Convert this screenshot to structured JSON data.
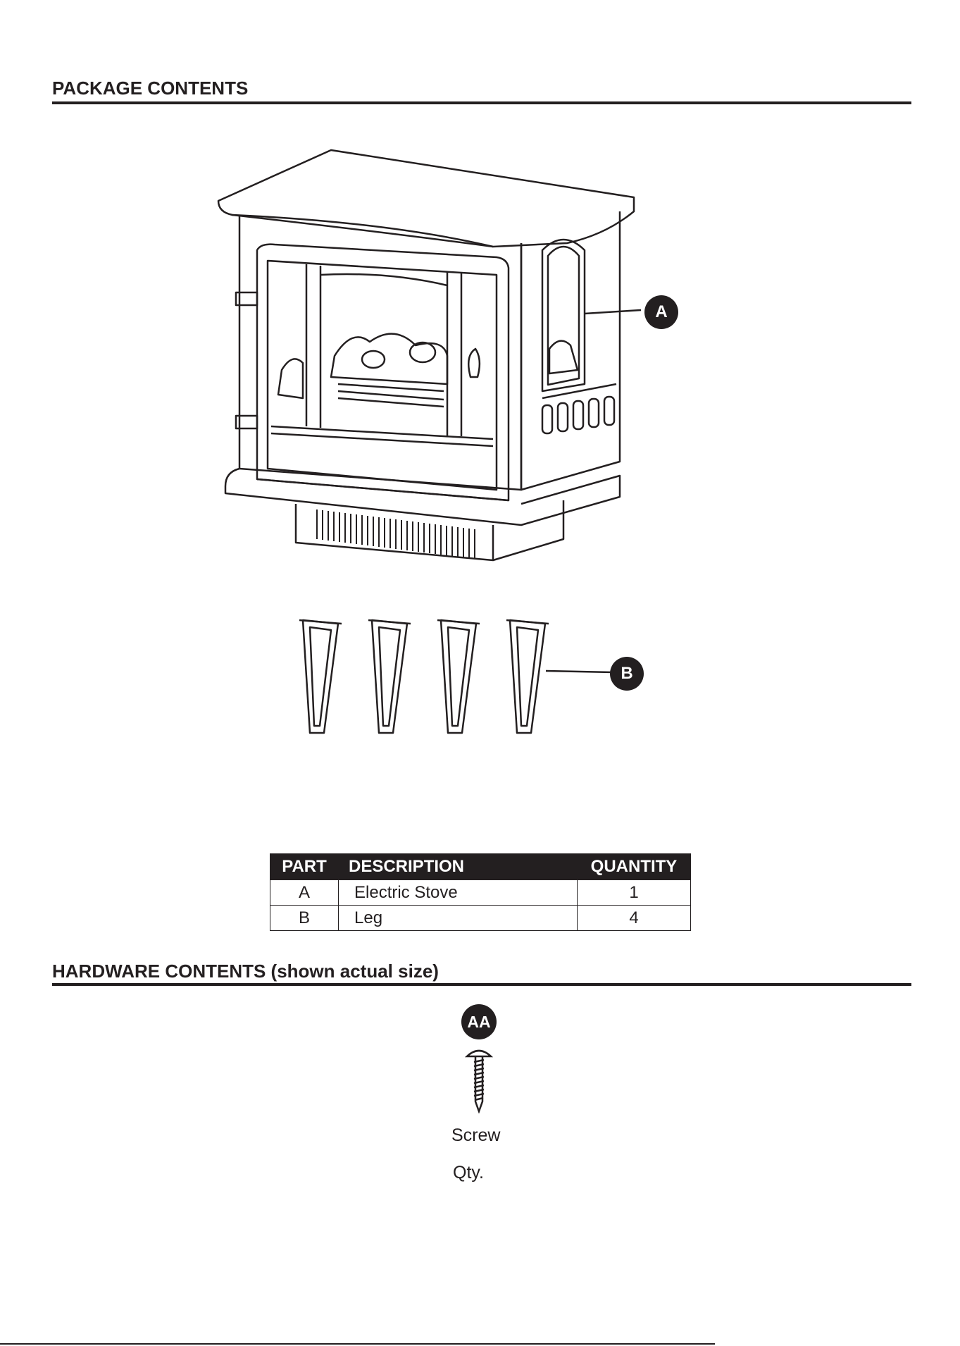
{
  "package_contents": {
    "title": "PACKAGE CONTENTS",
    "callouts": {
      "stove": "A",
      "legs": "B"
    }
  },
  "parts_table": {
    "headers": {
      "part": "PART",
      "description": "DESCRIPTION",
      "quantity": "QUANTITY"
    },
    "rows": [
      {
        "part": "A",
        "description": "Electric Stove",
        "quantity": "1"
      },
      {
        "part": "B",
        "description": "Leg",
        "quantity": "4"
      }
    ]
  },
  "hardware_contents": {
    "title": "HARDWARE CONTENTS (shown actual size)",
    "items": [
      {
        "callout": "AA",
        "name": "Screw",
        "qty_label": "Qty."
      }
    ]
  },
  "colors": {
    "ink": "#231f20",
    "paper": "#ffffff"
  }
}
